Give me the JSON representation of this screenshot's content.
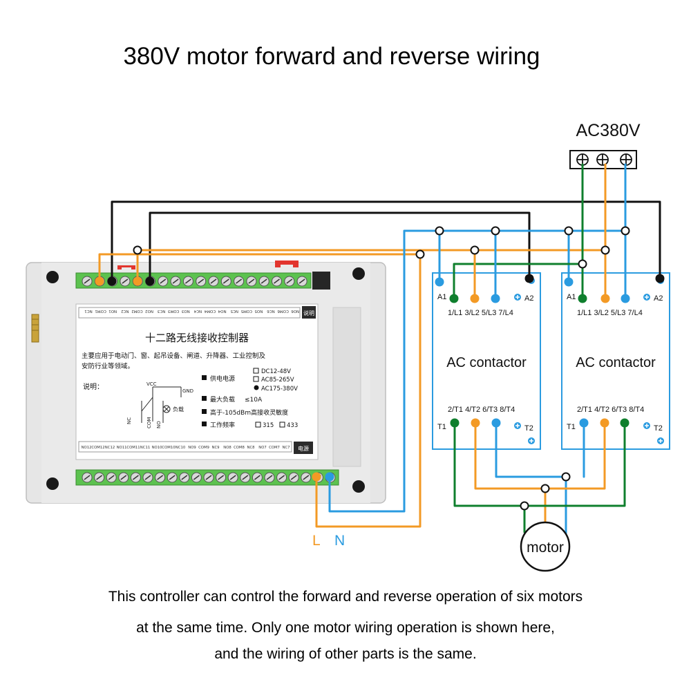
{
  "title": "380V motor forward and reverse wiring",
  "supply": {
    "label": "AC380V"
  },
  "controller": {
    "top_terminal_labels": [
      "NC1",
      "COM1",
      "NO1",
      "NC2",
      "COM2",
      "NO2",
      "NC3",
      "COM3",
      "NO3",
      "NC4",
      "COM4",
      "NO4",
      "NC5",
      "COM5",
      "NO5",
      "NC6",
      "COM6",
      "NO6"
    ],
    "top_right_badge": "说明",
    "chinese_title": "十二路无线接收控制器",
    "description": [
      "主要应用于电动门、窗、起吊设备、闸道、升降器、工业控制及",
      "安防行业等领域。"
    ],
    "notes_label": "说明：",
    "diagram_labels": {
      "vcc": "VCC",
      "gnd": "GND",
      "com": "COM",
      "nc": "NC",
      "no": "NO",
      "load": "负载"
    },
    "specs": [
      {
        "label": "供电电源",
        "options": [
          "DC12-48V",
          "AC85-265V",
          "AC175-380V"
        ]
      },
      {
        "label": "最大负载",
        "value": "≤10A"
      },
      {
        "label": "高于-105dBm高接收灵敏度"
      },
      {
        "label": "工作频率",
        "options": [
          "315",
          "433"
        ]
      }
    ],
    "bottom_terminal_labels": [
      "NO12",
      "COM12",
      "NC12",
      "NO11",
      "COM11",
      "NC11",
      "NO10",
      "COM10",
      "NC10",
      "NO9",
      "COM9",
      "NC9",
      "NO8",
      "COM8",
      "NC8",
      "NO7",
      "COM7",
      "NC7"
    ],
    "bottom_right_badge": "电源"
  },
  "power_labels": {
    "l": "L",
    "n": "N"
  },
  "contactors": [
    {
      "name": "AC contactor",
      "a1": "A1",
      "a2": "A2",
      "top_terminals": "1/L1  3/L2  5/L3  7/L4",
      "bottom_terminals": "2/T1  4/T2  6/T3  8/T4",
      "t1": "T1",
      "t2": "T2"
    },
    {
      "name": "AC contactor",
      "a1": "A1",
      "a2": "A2",
      "top_terminals": "1/L1  3/L2  5/L3  7/L4",
      "bottom_terminals": "2/T1  4/T2  6/T3  8/T4",
      "t1": "T1",
      "t2": "T2"
    }
  ],
  "motor": {
    "label": "motor"
  },
  "captions": [
    "This controller can control the forward and reverse operation of six motors",
    "at the same time. Only one motor wiring operation is shown here,",
    "and the wiring of other parts is the same."
  ],
  "colors": {
    "black": "#111111",
    "orange": "#f39a25",
    "blue": "#2a9be0",
    "green": "#0f7f2d",
    "terminal_green": "#5cc24f",
    "case": "#e3e3e3"
  }
}
